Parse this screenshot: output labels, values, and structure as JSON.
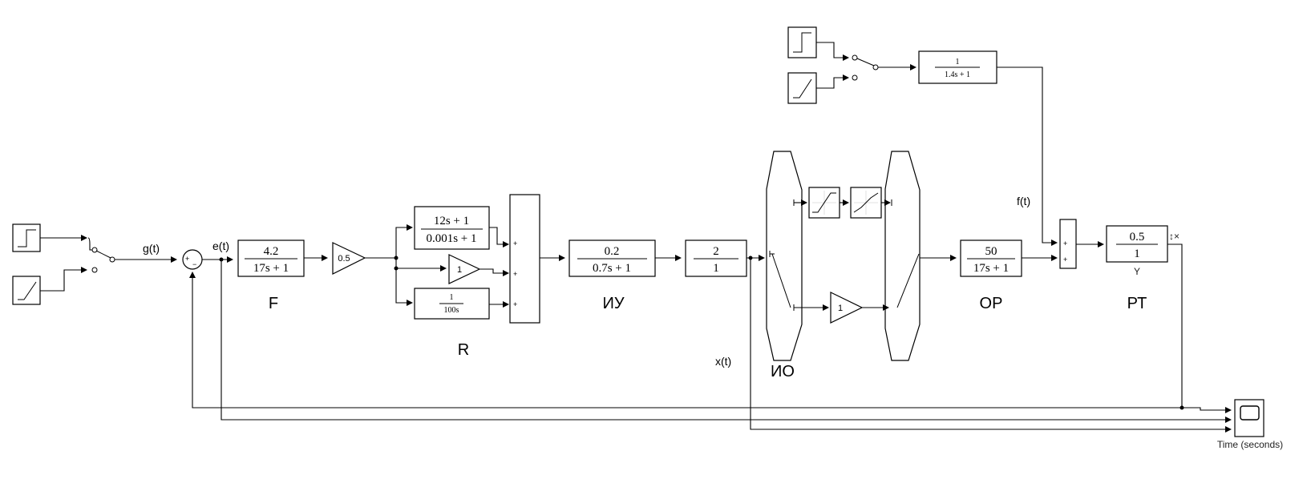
{
  "signals": {
    "g": "g(t)",
    "e": "e(t)",
    "x": "x(t)",
    "f": "f(t)"
  },
  "labels": {
    "F": "F",
    "R": "R",
    "IU": "ИУ",
    "IO": "ИО",
    "OP": "ОР",
    "RT": "РТ"
  },
  "blocks": {
    "tf_F": {
      "num": "4.2",
      "den": "17s + 1"
    },
    "gain_main": "0.5",
    "tf_R1": {
      "num": "12s + 1",
      "den": "0.001s + 1"
    },
    "gain_R": "1",
    "tf_R3": {
      "num": "1",
      "den": "100s"
    },
    "tf_IU": {
      "num": "0.2",
      "den": "0.7s + 1"
    },
    "tf_K": {
      "num": "2",
      "den": "1"
    },
    "gain_IO": "1",
    "tf_OP": {
      "num": "50",
      "den": "17s + 1"
    },
    "tf_RT": {
      "num": "0.5",
      "den": "1"
    },
    "tf_dist": {
      "num": "1",
      "den": "1.4s + 1"
    }
  },
  "ports": {
    "sum_plus": "+",
    "sum_minus": "−"
  },
  "rt_port_label": "Y",
  "rt_port_mark": "↕×",
  "scope_caption": "Time (seconds)",
  "icons": [
    "step-source-icon",
    "ramp-source-icon",
    "manual-switch-icon",
    "saturation-icon",
    "dead-zone-icon",
    "scope-icon"
  ]
}
